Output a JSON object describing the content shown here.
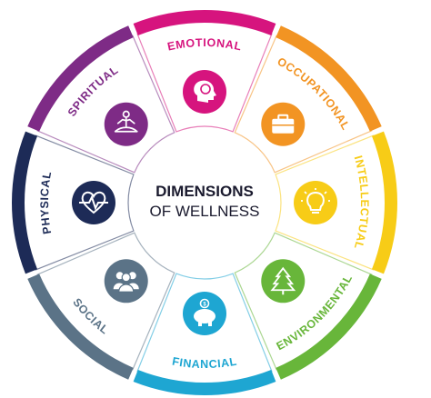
{
  "center": {
    "title": "DIMENSIONS",
    "subtitle": "OF WELLNESS"
  },
  "dimensions": [
    {
      "id": "emotional",
      "label": "EMOTIONAL",
      "color": "#d6147e",
      "icon": "head-brain-icon"
    },
    {
      "id": "occupational",
      "label": "OCCUPATIONAL",
      "color": "#f29423",
      "icon": "briefcase-icon"
    },
    {
      "id": "intellectual",
      "label": "INTELLECTUAL",
      "color": "#f7cc17",
      "icon": "lightbulb-icon"
    },
    {
      "id": "environmental",
      "label": "ENVIRONMENTAL",
      "color": "#68b63a",
      "icon": "tree-icon"
    },
    {
      "id": "financial",
      "label": "FINANCIAL",
      "color": "#1ea6d2",
      "icon": "piggy-bank-icon"
    },
    {
      "id": "social",
      "label": "SOCIAL",
      "color": "#5b7387",
      "icon": "people-group-icon"
    },
    {
      "id": "physical",
      "label": "PHYSICAL",
      "color": "#1d2b57",
      "icon": "heart-pulse-icon"
    },
    {
      "id": "spiritual",
      "label": "SPIRITUAL",
      "color": "#7e2b86",
      "icon": "meditation-icon"
    }
  ]
}
